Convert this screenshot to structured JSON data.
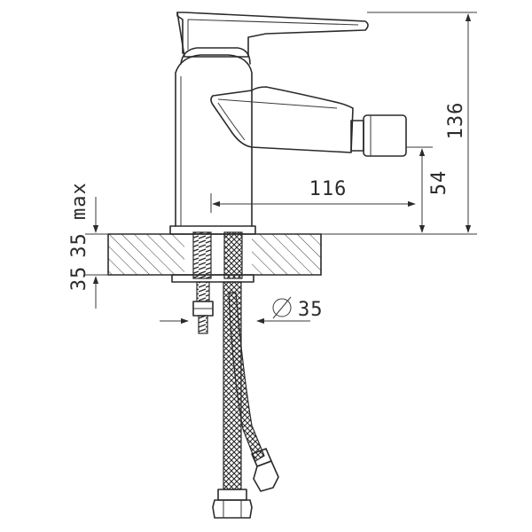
{
  "dimensions": {
    "height_total": "136",
    "spout_reach": "116",
    "spout_height": "54",
    "deck_thickness": "35 max",
    "above_deck": "35",
    "hole_diameter": "35"
  },
  "colors": {
    "line": "#2b2b2b",
    "background": "#ffffff"
  }
}
